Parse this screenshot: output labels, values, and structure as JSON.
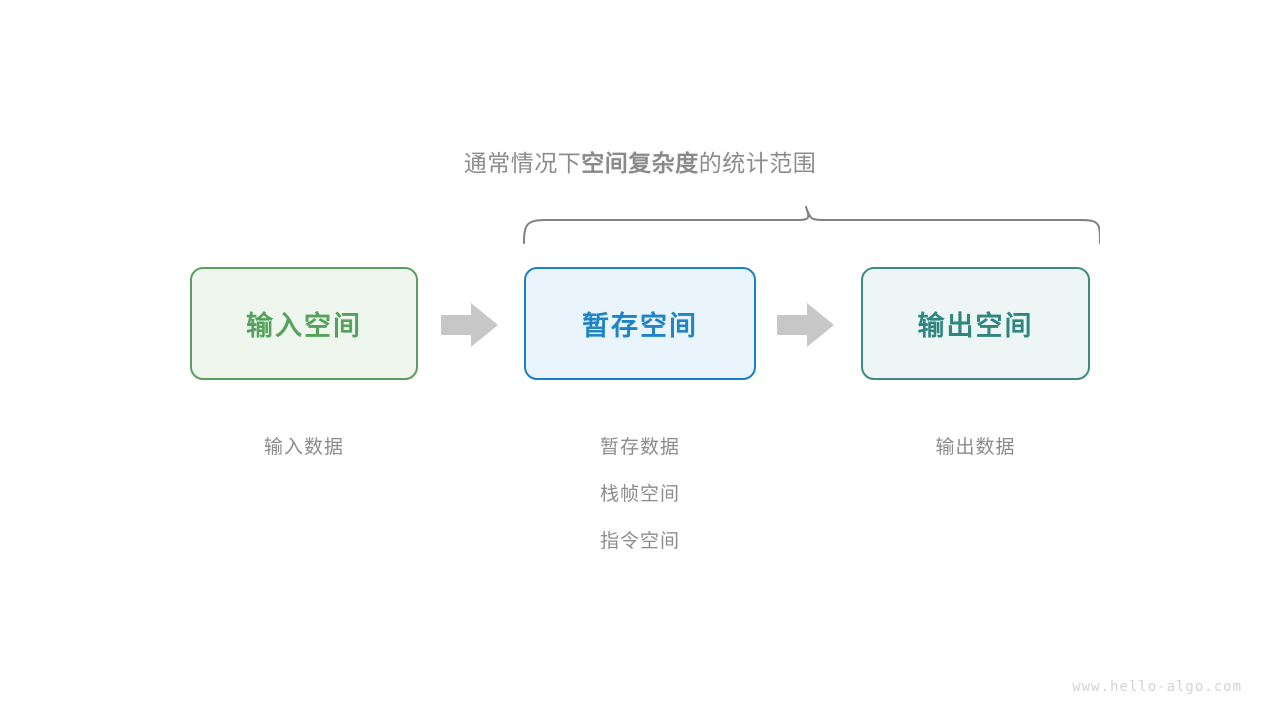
{
  "diagram": {
    "title": {
      "prefix": "通常情况下",
      "emphasis": "空间复杂度",
      "suffix": "的统计范围",
      "color": "#8c8c8c"
    },
    "brace": {
      "name": "scope-brace",
      "color": "#808080",
      "spans_boxes": [
        "暂存空间",
        "输出空间"
      ]
    },
    "boxes": [
      {
        "id": "input-space",
        "label": "输入空间",
        "fill": "#eef6ee",
        "border": "#5b9e5f",
        "text_color": "#55a25d",
        "captions": [
          "输入数据"
        ]
      },
      {
        "id": "buffer-space",
        "label": "暂存空间",
        "fill": "#e9f4fd",
        "border": "#1a7fcc",
        "text_color": "#2084c8",
        "captions": [
          "暂存数据",
          "栈帧空间",
          "指令空间"
        ]
      },
      {
        "id": "output-space",
        "label": "输出空间",
        "fill": "#edf6f4",
        "border": "#3c8c84",
        "text_color": "#2f867f",
        "captions": [
          "输出数据"
        ]
      }
    ],
    "arrows": [
      {
        "id": "arrow-input-to-buffer",
        "icon": "right-arrow-icon",
        "color": "#c7c7c7"
      },
      {
        "id": "arrow-buffer-to-output",
        "icon": "right-arrow-icon",
        "color": "#c7c7c7"
      }
    ],
    "watermark": "www.hello-algo.com"
  }
}
